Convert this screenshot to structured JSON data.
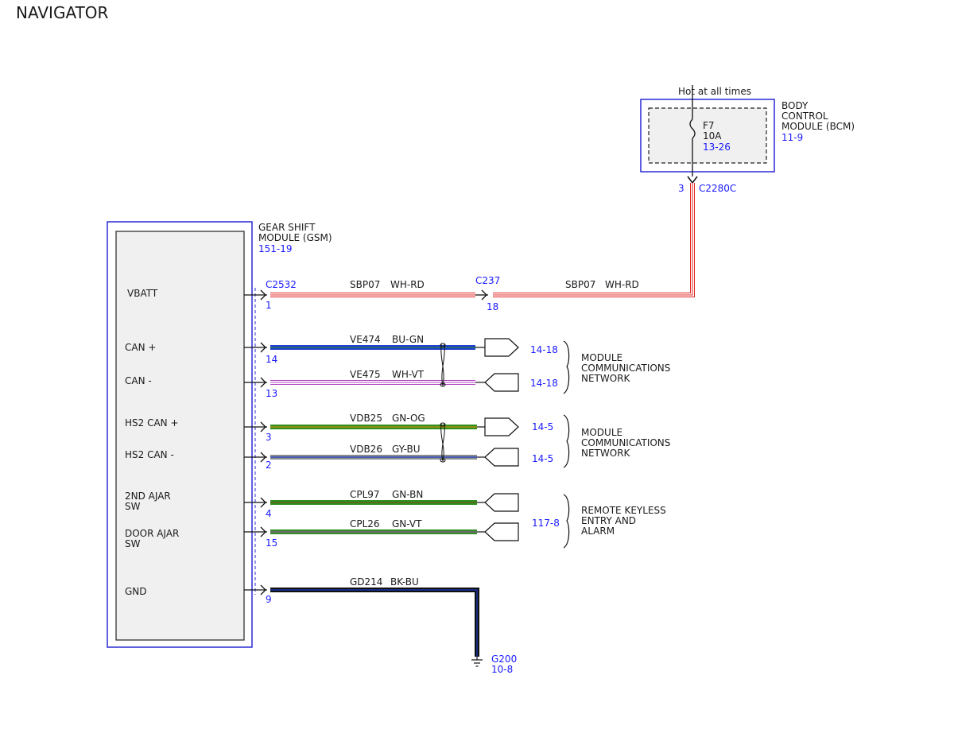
{
  "page_title": "NAVIGATOR",
  "colors": {
    "module_border": "#2a2ad6",
    "ref_text": "#1a1aff",
    "wh": "#ffffff",
    "rd": "#e02020",
    "bu": "#1f3fcf",
    "gn": "#2f8f1f",
    "vt": "#b040c0",
    "og": "#f08c00",
    "gy": "#8c8c8c",
    "bn": "#7a4a1a",
    "bk": "#101010"
  },
  "bcm": {
    "hot_label": "Hot at all times",
    "name_lines": [
      "BODY",
      "CONTROL",
      "MODULE (BCM)"
    ],
    "ref": "11-9",
    "fuse_name": "F7",
    "fuse_rating": "10A",
    "fuse_ref": "13-26",
    "pin": "3",
    "connector": "C2280C"
  },
  "gsm": {
    "name_lines": [
      "GEAR SHIFT",
      "MODULE (GSM)"
    ],
    "ref": "151-19",
    "pins": [
      {
        "label_lines": [
          "VBATT"
        ],
        "pin": "1"
      },
      {
        "label_lines": [
          "CAN +"
        ],
        "pin": "14"
      },
      {
        "label_lines": [
          "CAN -"
        ],
        "pin": "13"
      },
      {
        "label_lines": [
          "HS2 CAN +"
        ],
        "pin": "3"
      },
      {
        "label_lines": [
          "HS2 CAN -"
        ],
        "pin": "2"
      },
      {
        "label_lines": [
          "2ND AJAR",
          "SW"
        ],
        "pin": "4"
      },
      {
        "label_lines": [
          "DOOR AJAR",
          "SW"
        ],
        "pin": "15"
      },
      {
        "label_lines": [
          "GND"
        ],
        "pin": "9"
      }
    ]
  },
  "connectors": {
    "gsm": "C2532",
    "inline": "C237",
    "inline_pin": "18"
  },
  "wires": [
    {
      "circuit": "SBP07",
      "color": "WH-RD",
      "base": "wh",
      "stripe": "rd"
    },
    {
      "circuit": "SBP07",
      "color": "WH-RD",
      "base": "wh",
      "stripe": "rd"
    },
    {
      "circuit": "VE474",
      "color": "BU-GN",
      "base": "bu",
      "stripe": "gn"
    },
    {
      "circuit": "VE475",
      "color": "WH-VT",
      "base": "wh",
      "stripe": "vt"
    },
    {
      "circuit": "VDB25",
      "color": "GN-OG",
      "base": "gn",
      "stripe": "og"
    },
    {
      "circuit": "VDB26",
      "color": "GY-BU",
      "base": "gy",
      "stripe": "bu"
    },
    {
      "circuit": "CPL97",
      "color": "GN-BN",
      "base": "gn",
      "stripe": "bn"
    },
    {
      "circuit": "CPL26",
      "color": "GN-VT",
      "base": "gn",
      "stripe": "vt"
    },
    {
      "circuit": "GD214",
      "color": "BK-BU",
      "base": "bk",
      "stripe": "bu"
    }
  ],
  "offpage_refs": [
    "14-18",
    "14-18",
    "14-5",
    "14-5",
    "117-8"
  ],
  "networks": [
    {
      "lines": [
        "MODULE",
        "COMMUNICATIONS",
        "NETWORK"
      ]
    },
    {
      "lines": [
        "MODULE",
        "COMMUNICATIONS",
        "NETWORK"
      ]
    },
    {
      "lines": [
        "REMOTE KEYLESS",
        "ENTRY AND",
        "ALARM"
      ]
    }
  ],
  "ground": {
    "name": "G200",
    "ref": "10-8"
  }
}
